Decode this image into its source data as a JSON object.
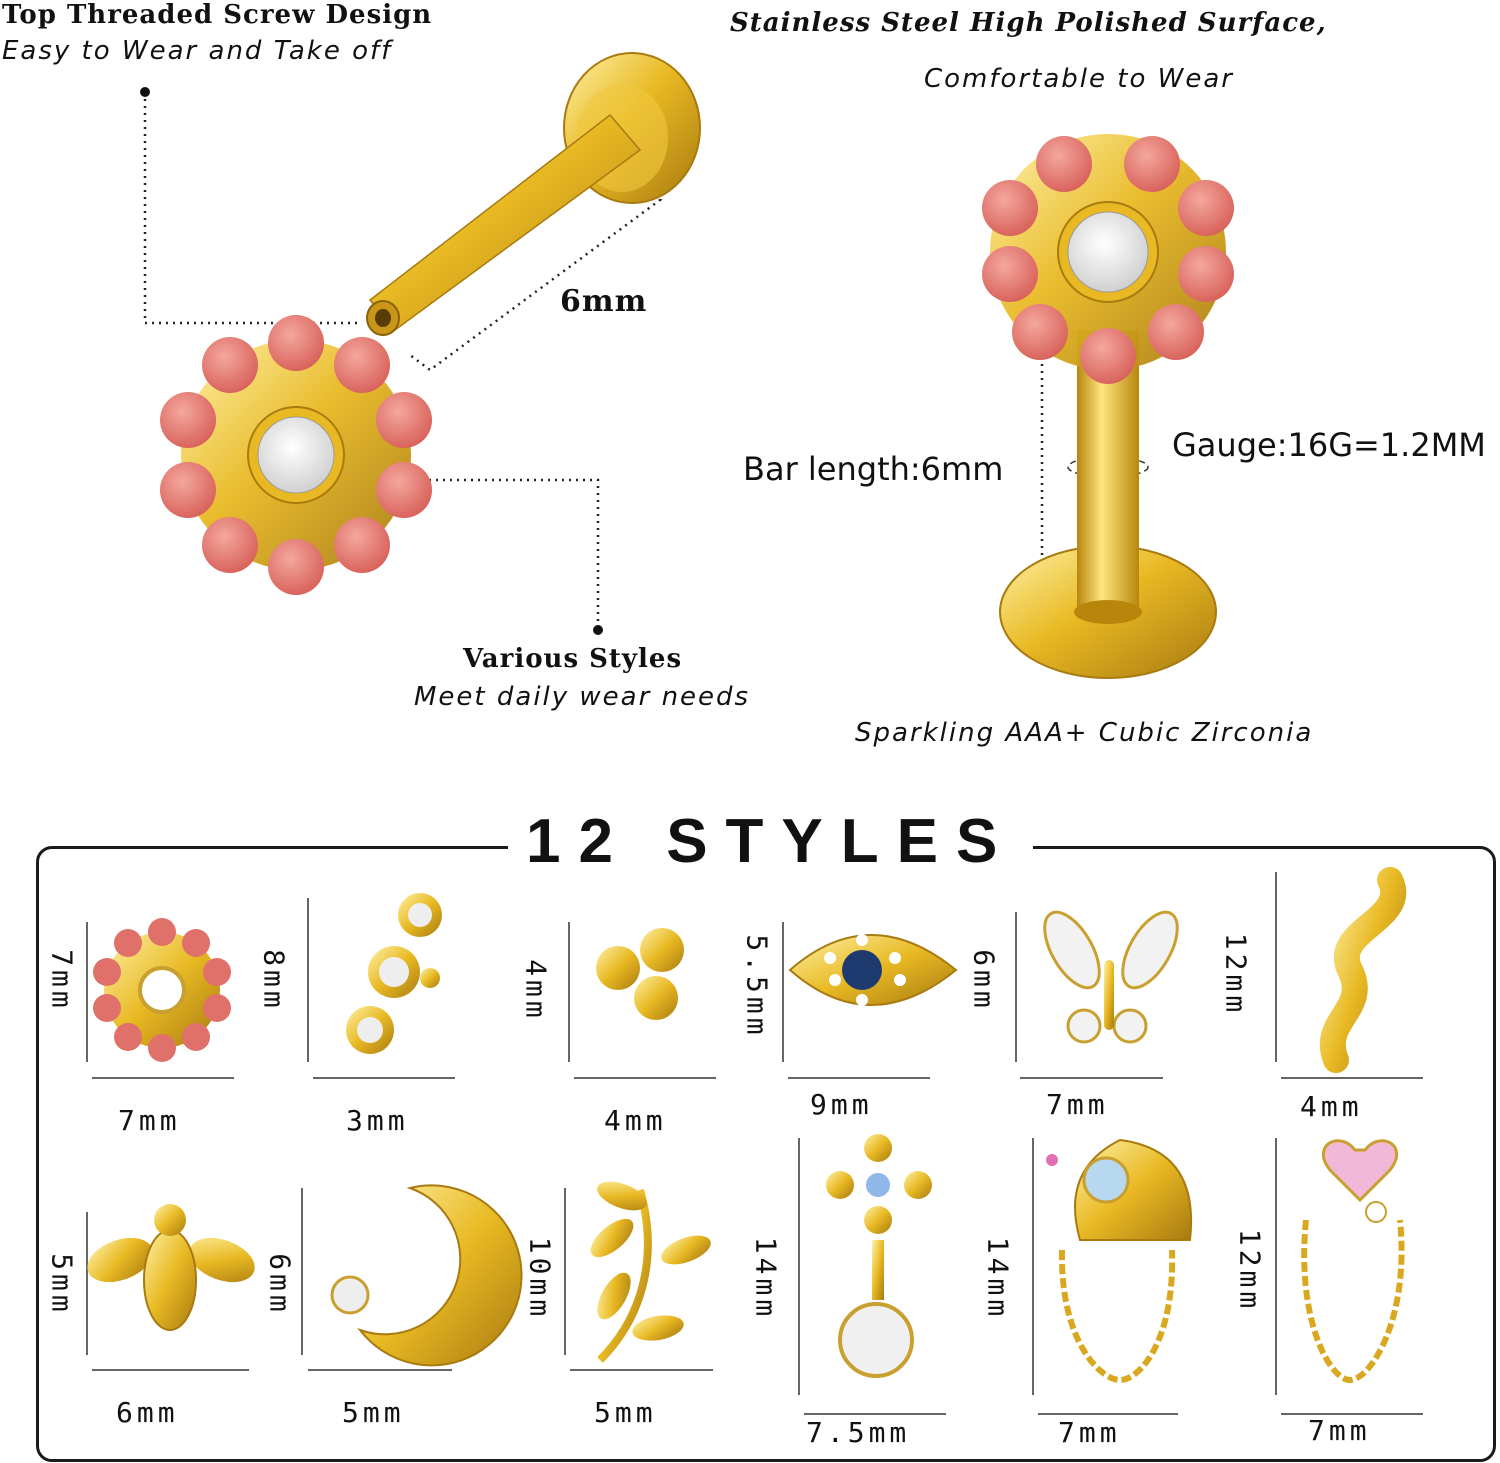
{
  "callouts": {
    "screw_title": "Top Threaded Screw Design",
    "screw_sub": "Easy to Wear and Take off",
    "steel_title": "Stainless Steel High Polished Surface,",
    "steel_sub": "Comfortable to Wear",
    "bar_mm": "6mm",
    "styles_title": "Various Styles",
    "styles_sub": "Meet daily wear needs",
    "bar_length": "Bar length:6mm",
    "gauge": "Gauge:16G=1.2MM",
    "cz": "Sparkling AAA+ Cubic Zirconia"
  },
  "heading": "12 STYLES",
  "styles": [
    {
      "name": "flower",
      "height": "7mm",
      "width": "7mm"
    },
    {
      "name": "triple-bezel",
      "height": "8mm",
      "width": "3mm"
    },
    {
      "name": "trio-ball",
      "height": "4mm",
      "width": "4mm"
    },
    {
      "name": "evil-eye",
      "height": "5.5mm",
      "width": "9mm"
    },
    {
      "name": "butterfly",
      "height": "6mm",
      "width": "7mm"
    },
    {
      "name": "snake",
      "height": "12mm",
      "width": "4mm"
    },
    {
      "name": "bee",
      "height": "5mm",
      "width": "6mm"
    },
    {
      "name": "moon",
      "height": "6mm",
      "width": "5mm"
    },
    {
      "name": "leaf",
      "height": "10mm",
      "width": "5mm"
    },
    {
      "name": "cross-dangle",
      "height": "14mm",
      "width": "7.5mm"
    },
    {
      "name": "opal-shell-chain",
      "height": "14mm",
      "width": "7mm"
    },
    {
      "name": "heart-chain",
      "height": "12mm",
      "width": "7mm"
    }
  ],
  "colors": {
    "gold": "#e8b923",
    "coral": "#e0706a",
    "frame": "#1a1a1a"
  }
}
